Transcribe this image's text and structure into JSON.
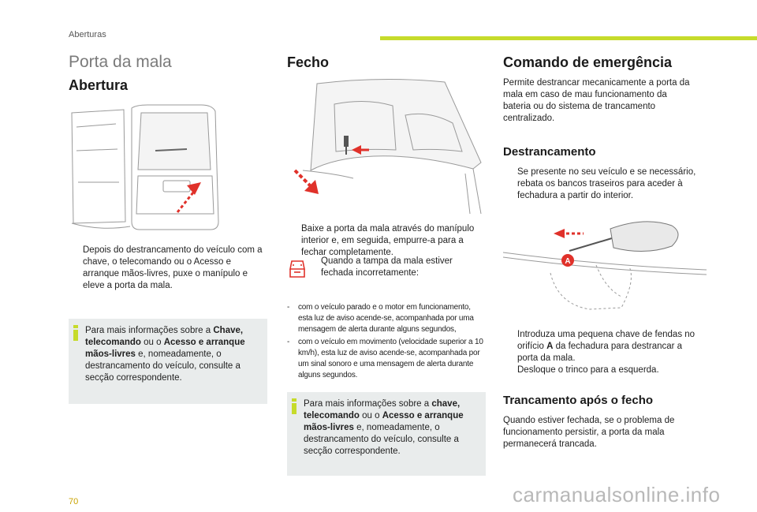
{
  "header": {
    "section": "Aberturas"
  },
  "col1": {
    "page_title": "Porta da mala",
    "heading": "Abertura",
    "bullet_mark": "",
    "bullet": "Depois do destrancamento do veículo com a chave, o telecomando ou o Acesso e arranque mãos-livres, puxe o manípulo e eleve a porta da mala.",
    "info": {
      "p1": "Para mais informações sobre a ",
      "b1": "Chave, telecomando",
      "p2": " ou o ",
      "b2": "Acesso e arranque mãos-livres",
      "p3": " e, nomeadamente, o destrancamento do veículo, consulte a secção correspondente."
    }
  },
  "col2": {
    "heading": "Fecho",
    "bullet_mark": "",
    "bullet": "Baixe a porta da mala através do manípulo interior e, em seguida, empurre-a para a fechar completamente.",
    "warning": "Quando a tampa da mala estiver fechada incorretamente:",
    "list": [
      {
        "mark": "-",
        "text": "com o veículo parado e o motor em funcionamento, esta luz de aviso acende-se, acompanhada por uma mensagem de alerta durante alguns segundos,"
      },
      {
        "mark": "-",
        "text": "com o veículo em movimento (velocidade superior a 10 km/h), esta luz de aviso acende-se, acompanhada por um sinal sonoro e uma mensagem de alerta durante alguns segundos."
      }
    ],
    "info": {
      "p1": "Para mais informações sobre a ",
      "b1": "chave, telecomando",
      "p2": " ou o ",
      "b2": "Acesso e arranque mãos-livres",
      "p3": " e, nomeadamente, o destrancamento do veículo, consulte a secção correspondente."
    }
  },
  "col3": {
    "heading": "Comando de emergência",
    "intro": "Permite destrancar mecanicamente a porta da mala em caso de mau funcionamento da bateria ou do sistema de trancamento centralizado.",
    "sub1": "Destrancamento",
    "bullet1_mark": "",
    "bullet1": "Se presente no seu veículo e se necessário, rebata os bancos traseiros para aceder à fechadura a partir do interior.",
    "label_a": "A",
    "bullet2_mark": "",
    "bullet2_p1": "Introduza uma pequena chave de fendas no orifício ",
    "bullet2_b": "A",
    "bullet2_p2": " da fechadura para destrancar a porta da mala.",
    "bullet3_mark": "",
    "bullet3": "Desloque o trinco para a esquerda.",
    "sub2": "Trancamento após o fecho",
    "outro": "Quando estiver fechada, se o problema de funcionamento persistir, a porta da mala permanecerá trancada."
  },
  "footer": {
    "page": "70",
    "watermark": "carmanualsonline.info"
  },
  "colors": {
    "accent": "#c6db2b",
    "arrow": "#e0312a",
    "infobox": "#e9ecec"
  }
}
